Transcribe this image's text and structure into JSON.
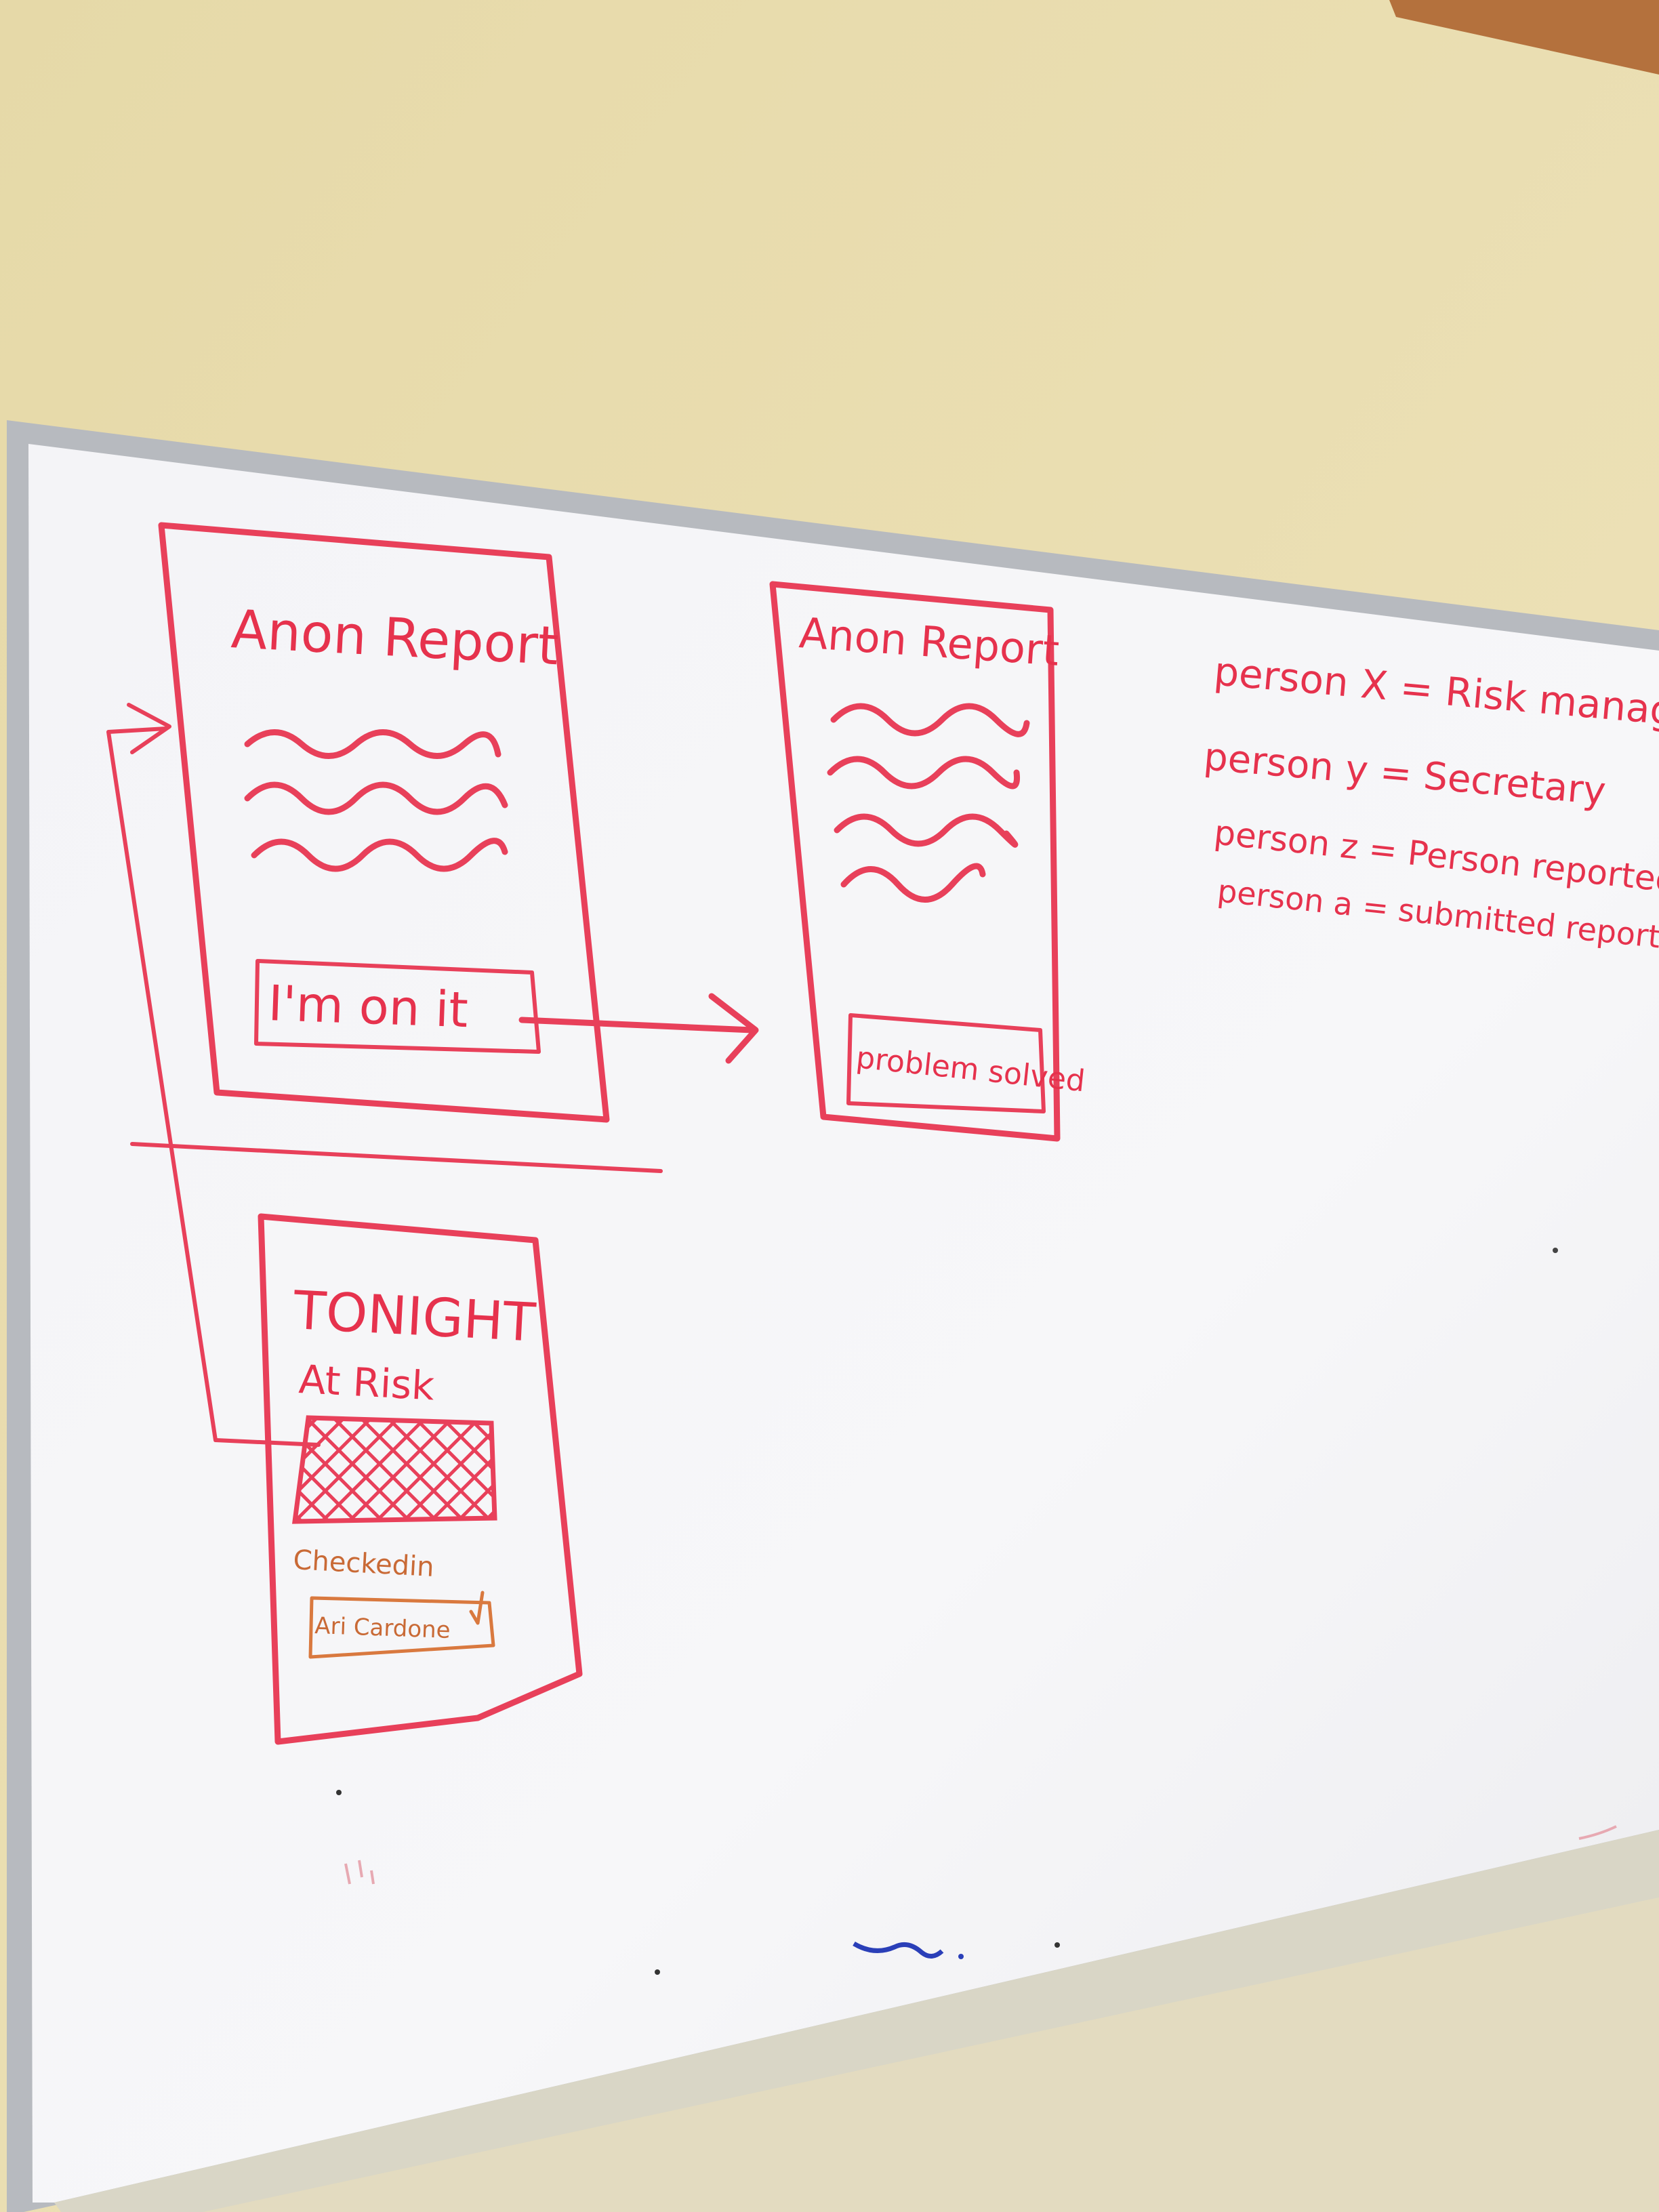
{
  "colors": {
    "wall": "#e9dcab",
    "board": "#f6f6f8",
    "frame": "#b9bcc2",
    "marker_red": "#e8405a",
    "marker_orange": "#d9793f",
    "marker_blue": "#2a3fb8"
  },
  "sketch_1": {
    "title": "Anon Report",
    "button": "I'm on it"
  },
  "sketch_2": {
    "title": "Anon Report",
    "button": "problem solved"
  },
  "sketch_3": {
    "title": "TONIGHT",
    "subtitle": "At Risk",
    "section": "Checkedin",
    "item": "Ari Cardone"
  },
  "notes": [
    "person X = Risk manager",
    "person y = Secretary",
    "person z = Person reported",
    "person a = submitted report"
  ],
  "icons": {
    "arrow_right": "arrow-right-icon",
    "wavy_lines": "wavy-text-placeholder-icon",
    "hatched_box": "crosshatch-highlight-icon"
  }
}
